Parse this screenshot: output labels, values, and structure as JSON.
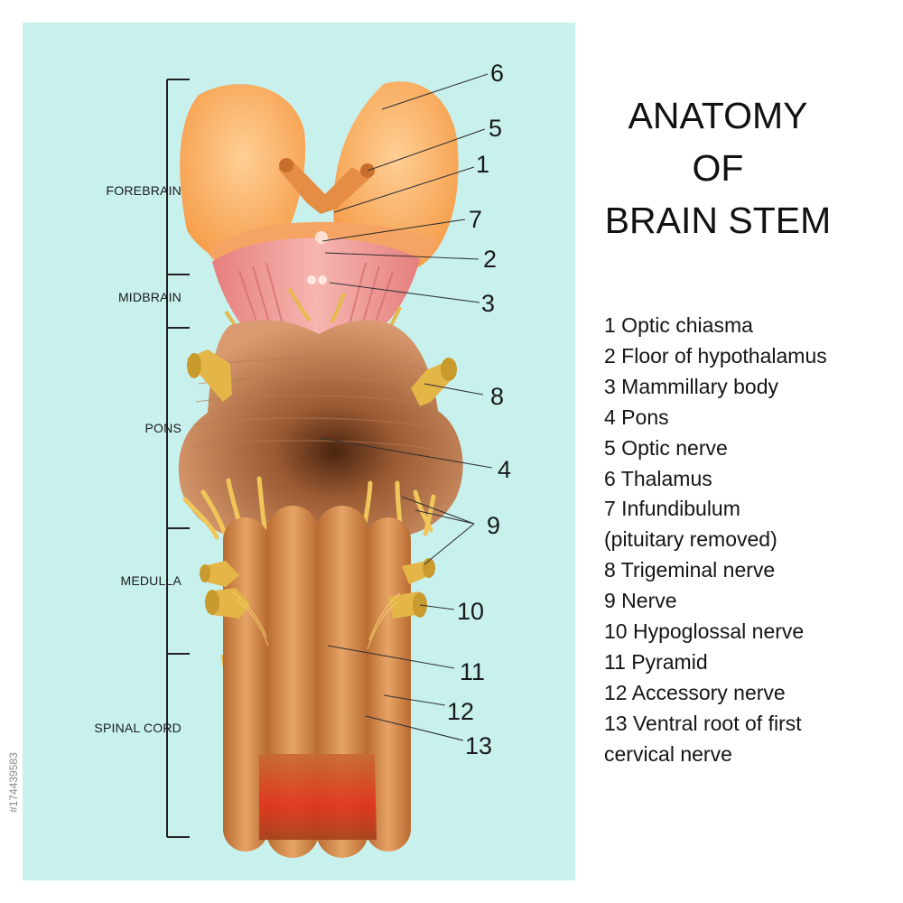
{
  "title": [
    "ANATOMY",
    "OF",
    "BRAIN STEM"
  ],
  "regions": [
    {
      "label": "FOREBRAIN"
    },
    {
      "label": "MIDBRAIN"
    },
    {
      "label": "PONS"
    },
    {
      "label": "MEDULLA"
    },
    {
      "label": "SPINAL CORD"
    }
  ],
  "callouts": [
    {
      "number": "6"
    },
    {
      "number": "5"
    },
    {
      "number": "1"
    },
    {
      "number": "7"
    },
    {
      "number": "2"
    },
    {
      "number": "3"
    },
    {
      "number": "8"
    },
    {
      "number": "4"
    },
    {
      "number": "9"
    },
    {
      "number": "10"
    },
    {
      "number": "11"
    },
    {
      "number": "12"
    },
    {
      "number": "13"
    }
  ],
  "legend": [
    "1 Optic chiasma",
    "2 Floor of hypothalamus",
    "3 Mammillary body",
    "4 Pons",
    "5 Optic nerve",
    "6 Thalamus",
    "7 Infundibulum",
    "(pituitary removed)",
    "8 Trigeminal nerve",
    "9 Nerve",
    "10 Hypoglossal nerve",
    "11 Pyramid",
    "12 Accessory nerve",
    "13 Ventral root of first",
    "cervical nerve"
  ],
  "watermark": "#174439583",
  "colors": {
    "background_panel": "#c8f1ee",
    "thalamus": "#ffb36b",
    "hypothalamus": "#f2a0a0",
    "pons": "#c98456",
    "pyramid": "#d98a4a",
    "nerve": "#f2c760",
    "spinal_end": "#e3321f"
  }
}
